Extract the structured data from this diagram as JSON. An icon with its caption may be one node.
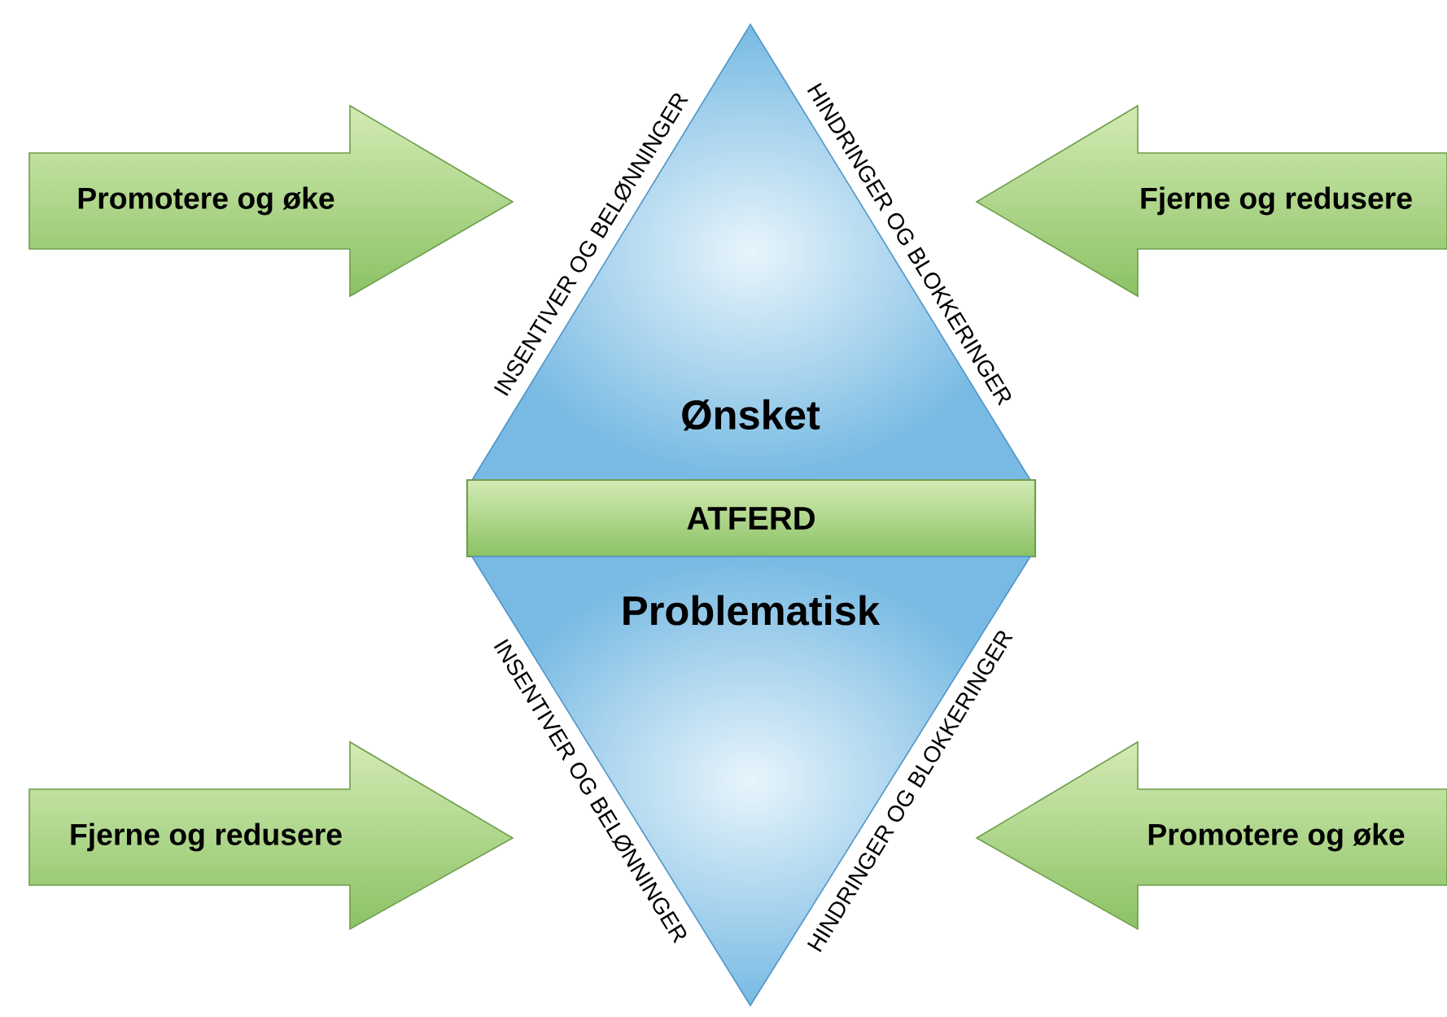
{
  "diagram": {
    "nodes": [
      {
        "text": [
          "Promotere og øke"
        ]
      },
      {
        "text": [
          "Fjerne og redusere"
        ]
      },
      {
        "text": [
          "Ønsket"
        ]
      },
      {
        "text": [
          "ATFERD"
        ]
      },
      {
        "text": [
          "Problematisk"
        ]
      },
      {
        "text": [
          "Fjerne og redusere"
        ]
      },
      {
        "text": [
          "Promotere og øke"
        ]
      }
    ],
    "labels": [
      "INSENTIVER OG BELØNNINGER",
      "HINDRINGER OG BLOKKERINGER",
      "INSENTIVER OG BELØNNINGER",
      "HINDRINGER OG BLOKKERINGER"
    ]
  }
}
